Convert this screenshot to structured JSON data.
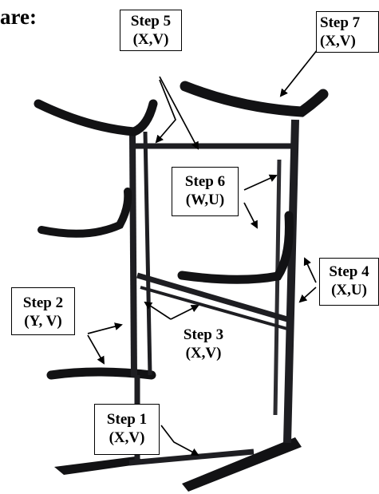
{
  "heading": "are:",
  "callouts": [
    {
      "id": "step5",
      "title": "Step 5",
      "pair": "(X,V)"
    },
    {
      "id": "step7",
      "title": "Step 7",
      "pair": "(X,V)"
    },
    {
      "id": "step6",
      "title": "Step 6",
      "pair": "(W,U)"
    },
    {
      "id": "step4",
      "title": "Step 4",
      "pair": "(X,U)"
    },
    {
      "id": "step2",
      "title": "Step 2",
      "pair": "(Y, V)"
    },
    {
      "id": "step3",
      "title": "Step 3",
      "pair": "(X,V)"
    },
    {
      "id": "step1",
      "title": "Step 1",
      "pair": "(X,V)"
    }
  ],
  "colors": {
    "frame": "#1e1e22",
    "pad": "#121214",
    "ink": "#000000",
    "background": "#ffffff"
  }
}
